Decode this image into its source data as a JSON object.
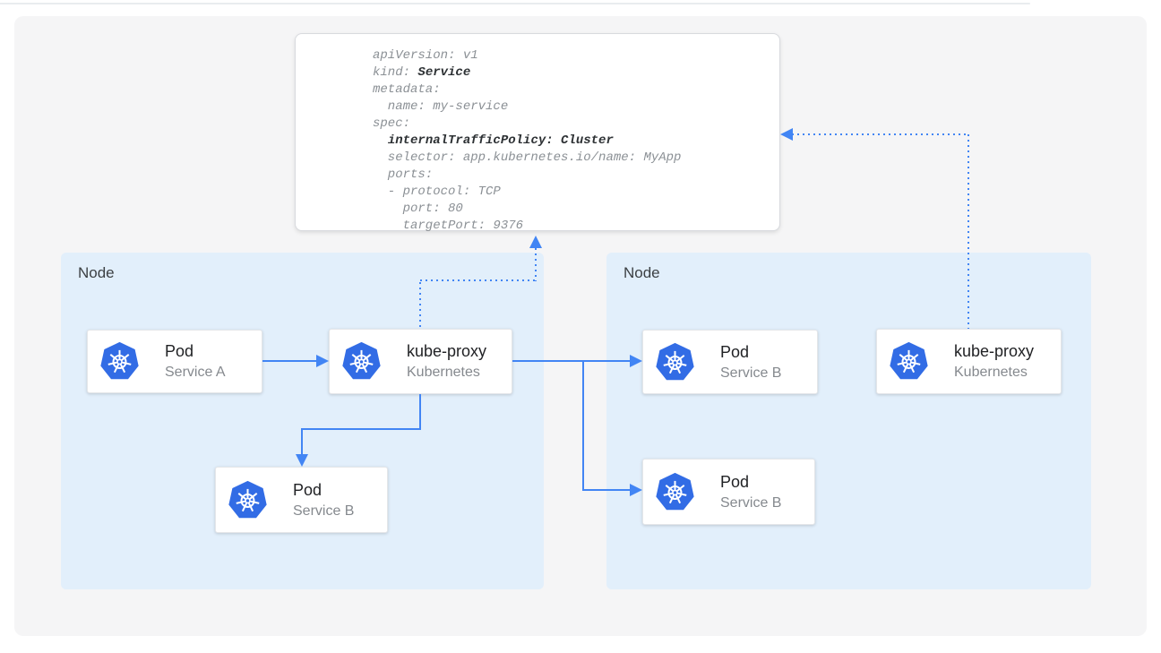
{
  "colors": {
    "arrow_blue": "#4285f4",
    "kubernetes_blue": "#326ce5",
    "node_panel_bg": "#e2effb",
    "stage_bg": "#f5f5f6",
    "code_text": "#8b9095",
    "code_bold_text": "#2d3134"
  },
  "yaml_card": {
    "lines": [
      {
        "pre": "apiVersion: v1"
      },
      {
        "pre": "kind: ",
        "bold": "Service"
      },
      {
        "pre": "metadata:"
      },
      {
        "pre": "  name: my-service"
      },
      {
        "pre": "spec:"
      },
      {
        "pre": "  ",
        "bold": "internalTrafficPolicy: Cluster"
      },
      {
        "pre": "  selector: app.kubernetes.io/name: MyApp"
      },
      {
        "pre": "  ports:"
      },
      {
        "pre": "  - protocol: TCP"
      },
      {
        "pre": "    port: 80"
      },
      {
        "pre": "    targetPort: 9376"
      }
    ]
  },
  "nodes": {
    "left": {
      "label": "Node"
    },
    "right": {
      "label": "Node"
    }
  },
  "boxes": {
    "pod_a": {
      "title": "Pod",
      "subtitle": "Service A"
    },
    "kube_proxy_left": {
      "title": "kube-proxy",
      "subtitle": "Kubernetes"
    },
    "pod_b_left": {
      "title": "Pod",
      "subtitle": "Service B"
    },
    "pod_b_right_top": {
      "title": "Pod",
      "subtitle": "Service B"
    },
    "pod_b_right_bottom": {
      "title": "Pod",
      "subtitle": "Service B"
    },
    "kube_proxy_right": {
      "title": "kube-proxy",
      "subtitle": "Kubernetes"
    }
  }
}
